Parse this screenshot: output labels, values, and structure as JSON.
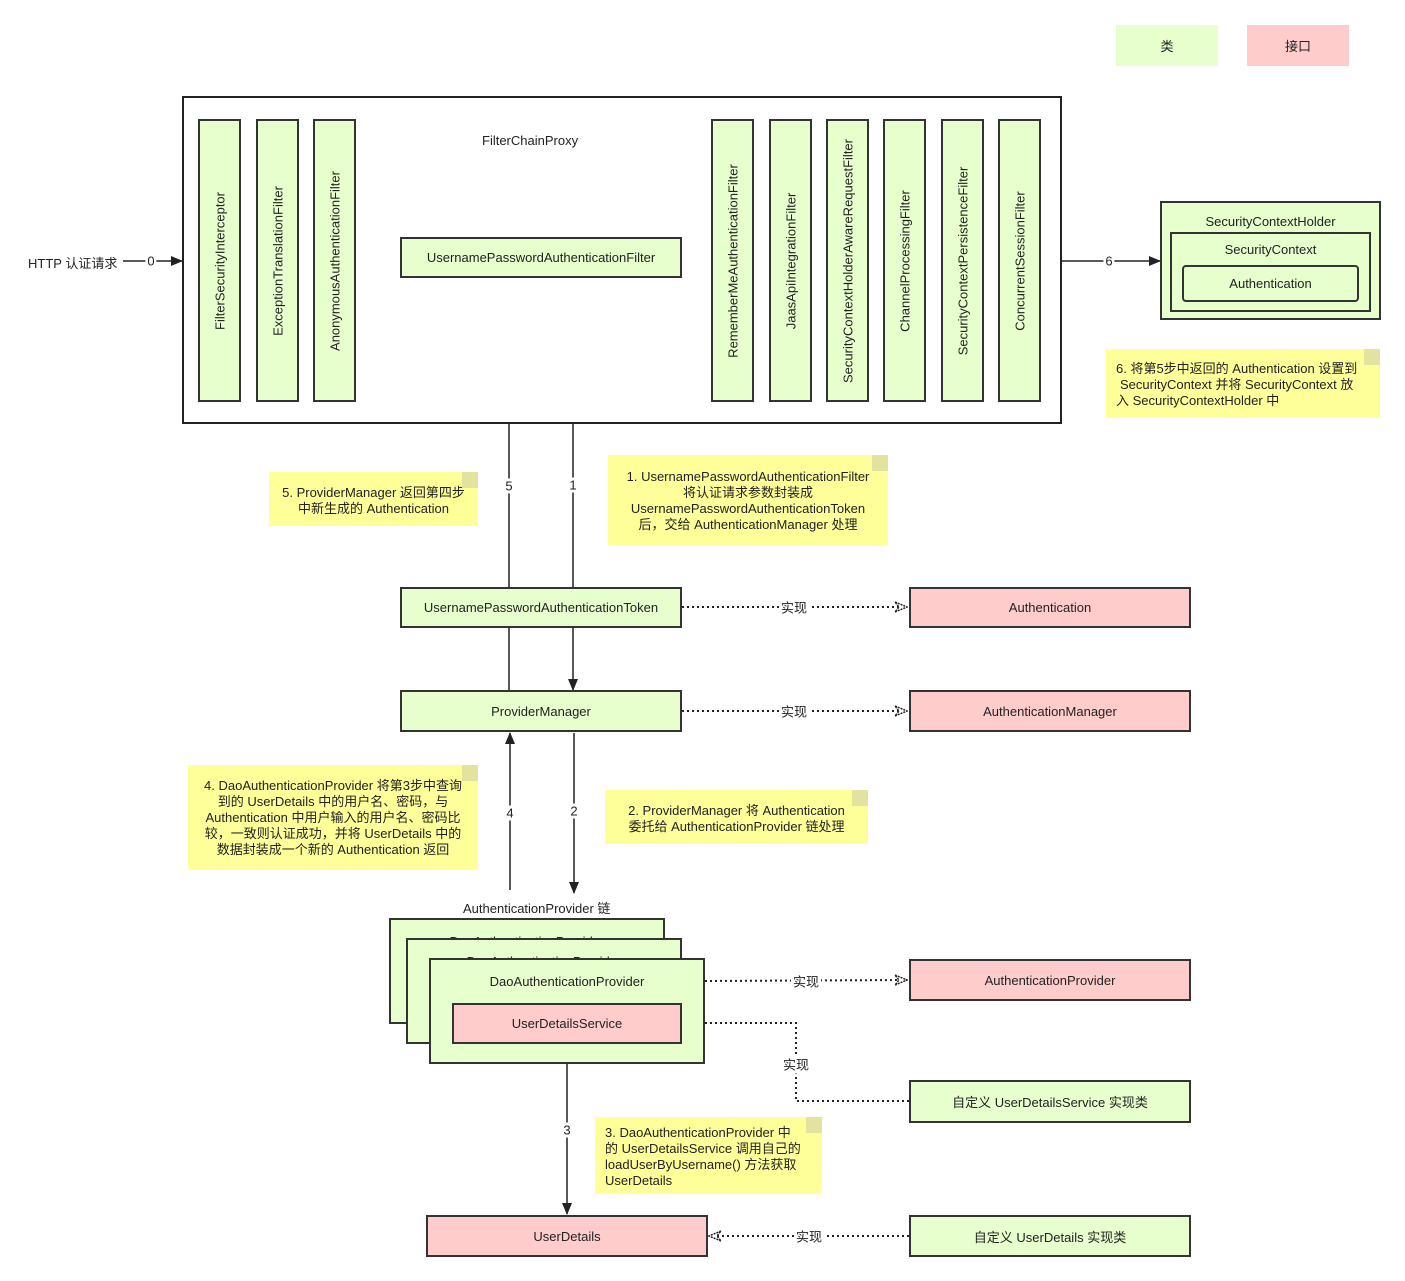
{
  "legend": {
    "class_label": "类",
    "interface_label": "接口"
  },
  "input_label": "HTTP 认证请求",
  "filter_chain": {
    "title": "FilterChainProxy",
    "left_filters": [
      "FilterSecurityInterceptor",
      "ExceptionTranslationFilter",
      "AnonymousAuthenticationFilter"
    ],
    "center_filter": "UsernamePasswordAuthenticationFilter",
    "right_filters": [
      "RememberMeAuthenticationFilter",
      "JaasApiIntegrationFilter",
      "SecurityContextHolderAwareRequestFilter",
      "ChannelProcessingFilter",
      "SecurityContextPersistenceFilter",
      "ConcurrentSessionFilter"
    ]
  },
  "context_holder": {
    "title": "SecurityContextHolder",
    "context": "SecurityContext",
    "authentication": "Authentication"
  },
  "classes": {
    "token": "UsernamePasswordAuthenticationToken",
    "provider_manager": "ProviderManager",
    "provider_chain_title": "AuthenticationProvider 链",
    "dao_back_1": "DaoAuthenticationProvider",
    "dao_back_2": "DaoAuthenticationProvider",
    "dao_provider": "DaoAuthenticationProvider",
    "custom_uds": "自定义 UserDetailsService 实现类",
    "custom_ud": "自定义 UserDetails 实现类"
  },
  "interfaces": {
    "authentication": "Authentication",
    "authentication_manager": "AuthenticationManager",
    "authentication_provider": "AuthenticationProvider",
    "user_details_service": "UserDetailsService",
    "user_details": "UserDetails"
  },
  "edges": {
    "e0": "0",
    "e1": "1",
    "e2": "2",
    "e3": "3",
    "e4": "4",
    "e5": "5",
    "e6": "6",
    "impl_auth": "实现",
    "impl_mgr": "实现",
    "impl_provider": "实现",
    "impl_uds": "实现",
    "impl_ud": "实现"
  },
  "notes": {
    "n1": [
      "1. UsernamePasswordAuthenticationFilter",
      "将认证请求参数封装成",
      "UsernamePasswordAuthenticationToken",
      "后，交给 AuthenticationManager 处理"
    ],
    "n2": [
      "2. ProviderManager 将 Authentication",
      "委托给 AuthenticationProvider 链处理"
    ],
    "n3": [
      "3. DaoAuthenticationProvider 中",
      "的 UserDetailsService 调用自己的",
      "loadUserByUsername() 方法获取",
      "UserDetails"
    ],
    "n4": [
      "4. DaoAuthenticationProvider 将第3步中查询",
      "到的 UserDetails 中的用户名、密码，与",
      "Authentication 中用户输入的用户名、密码比",
      "较，一致则认证成功，并将 UserDetails 中的",
      "数据封装成一个新的 Authentication 返回"
    ],
    "n5": [
      "5. ProviderManager 返回第四步",
      "中新生成的 Authentication"
    ],
    "n6": [
      "6. 将第5步中返回的 Authentication 设置到",
      "SecurityContext 并将 SecurityContext 放",
      "入 SecurityContextHolder 中"
    ]
  },
  "colors": {
    "class_fill": "#e6ffcc",
    "interface_fill": "#ffcccc",
    "note_fill": "#ffff99"
  }
}
